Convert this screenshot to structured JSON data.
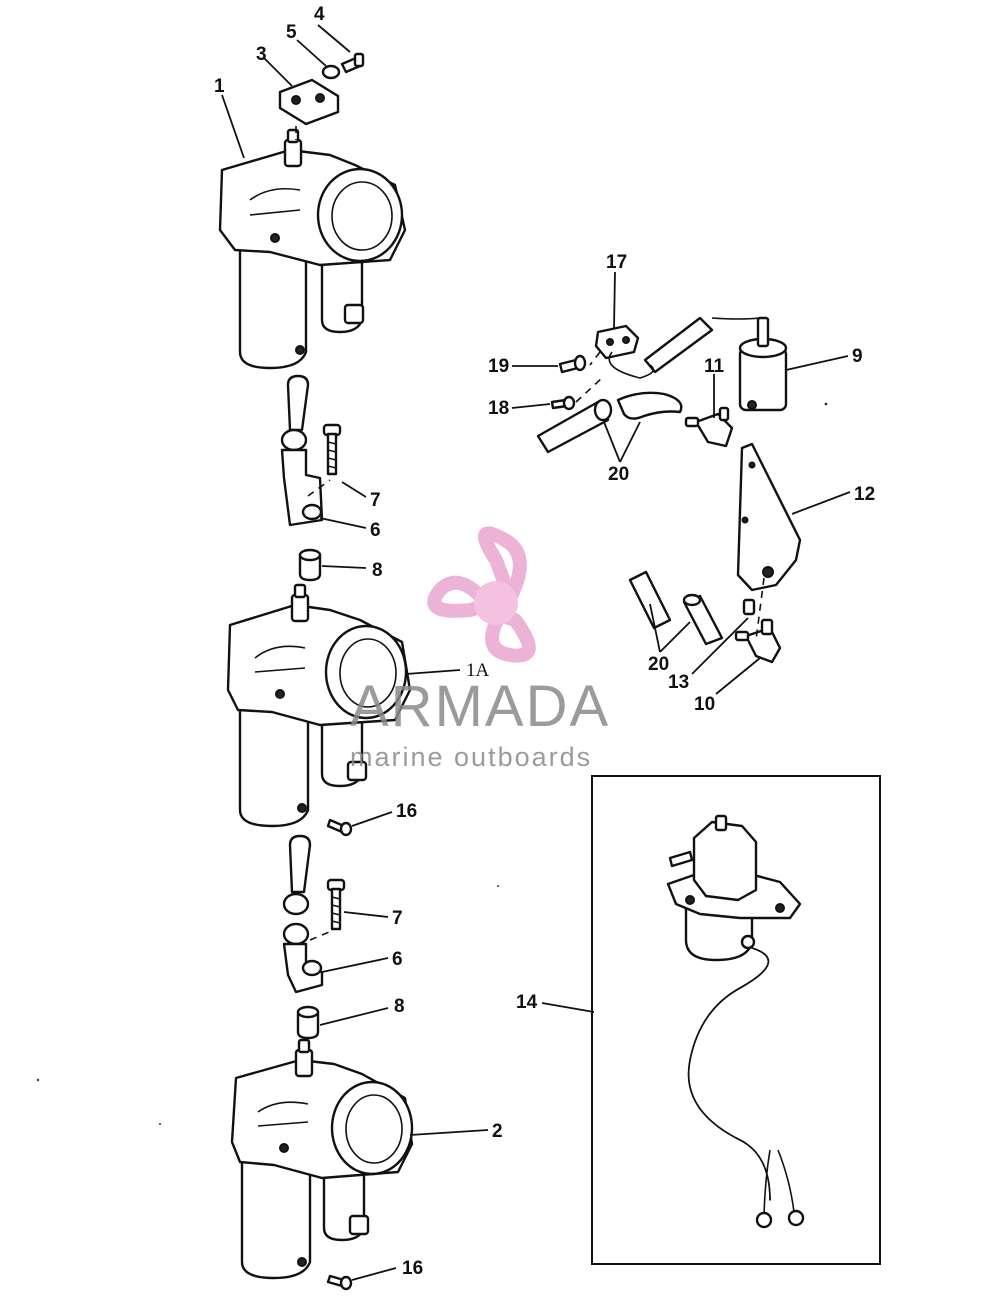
{
  "callouts": [
    {
      "id": "c1",
      "text": "1"
    },
    {
      "id": "c1a",
      "text": "1A"
    },
    {
      "id": "c2",
      "text": "2"
    },
    {
      "id": "c3",
      "text": "3"
    },
    {
      "id": "c4",
      "text": "4"
    },
    {
      "id": "c5",
      "text": "5"
    },
    {
      "id": "c6a",
      "text": "6"
    },
    {
      "id": "c6b",
      "text": "6"
    },
    {
      "id": "c7a",
      "text": "7"
    },
    {
      "id": "c7b",
      "text": "7"
    },
    {
      "id": "c8a",
      "text": "8"
    },
    {
      "id": "c8b",
      "text": "8"
    },
    {
      "id": "c9",
      "text": "9"
    },
    {
      "id": "c10",
      "text": "10"
    },
    {
      "id": "c11",
      "text": "11"
    },
    {
      "id": "c12",
      "text": "12"
    },
    {
      "id": "c13",
      "text": "13"
    },
    {
      "id": "c14",
      "text": "14"
    },
    {
      "id": "c16a",
      "text": "16"
    },
    {
      "id": "c16b",
      "text": "16"
    },
    {
      "id": "c17",
      "text": "17"
    },
    {
      "id": "c18",
      "text": "18"
    },
    {
      "id": "c19",
      "text": "19"
    },
    {
      "id": "c20a",
      "text": "20"
    },
    {
      "id": "c20b",
      "text": "20"
    }
  ],
  "watermark": {
    "brand": "ARMADA",
    "tagline": "marine outboards",
    "colors": {
      "brand": "#8a8a8a",
      "logo": "#e9a6cf",
      "hub": "#f2b8dc"
    }
  }
}
